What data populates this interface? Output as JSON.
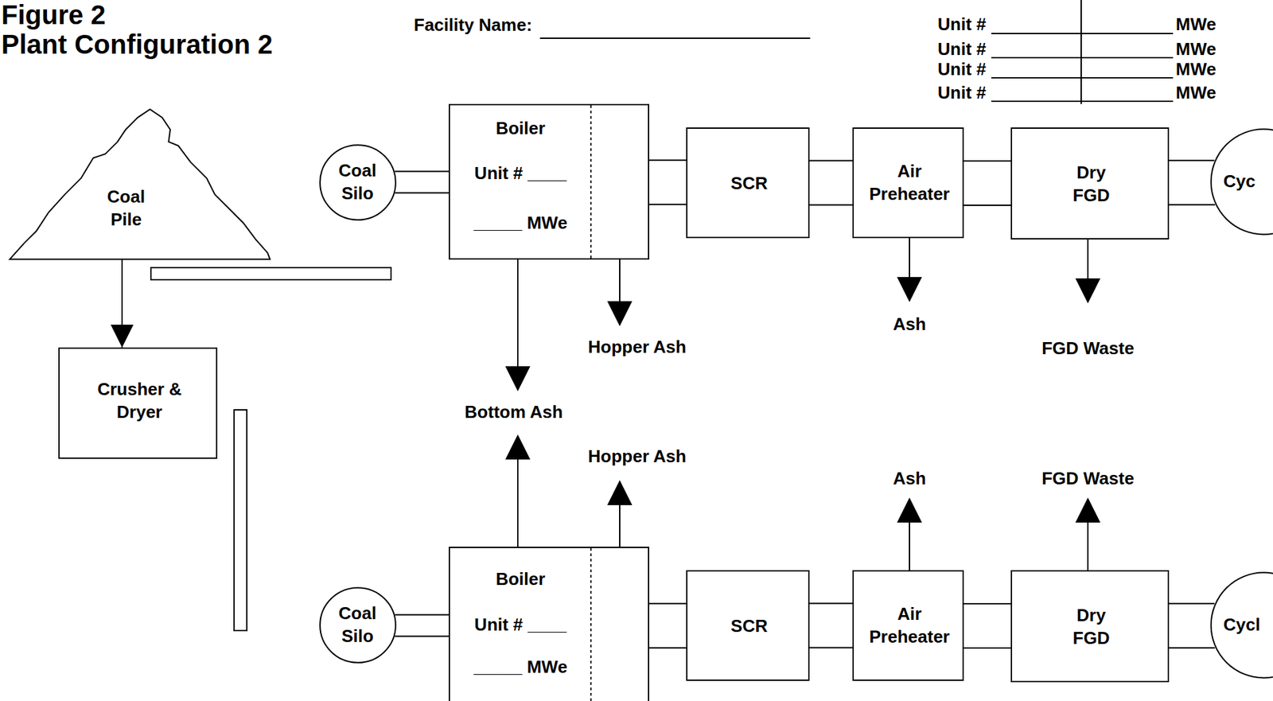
{
  "diagram": {
    "title": "Plant Configuration 2",
    "nodes": [
      {
        "text": [
          "Coal Pile"
        ]
      },
      {
        "text": [
          "Crusher & Dryer"
        ]
      },
      {
        "text": [
          "Coal Silo"
        ]
      },
      {
        "text": [
          "Boiler",
          "Unit # ____",
          "_____ MWe"
        ]
      },
      {
        "text": [
          "SCR"
        ]
      },
      {
        "text": [
          "Air Preheater"
        ]
      },
      {
        "text": [
          "Dry FGD"
        ]
      },
      {
        "text": [
          "Cyc"
        ]
      },
      {
        "text": [
          "Coal Silo"
        ]
      },
      {
        "text": [
          "Boiler",
          "Unit # ____",
          "_____ MWe"
        ]
      },
      {
        "text": [
          "SCR"
        ]
      },
      {
        "text": [
          "Air Preheater"
        ]
      },
      {
        "text": [
          "Dry FGD"
        ]
      },
      {
        "text": [
          "Cycl"
        ]
      }
    ],
    "edges": [
      {
        "from": 0,
        "to": 1,
        "arrow": "to"
      },
      {
        "from": 2,
        "to": 3,
        "arrow": "none"
      },
      {
        "from": 3,
        "to": 4,
        "arrow": "none"
      },
      {
        "from": 4,
        "to": 5,
        "arrow": "none"
      },
      {
        "from": 5,
        "to": 6,
        "arrow": "none"
      },
      {
        "from": 6,
        "to": 7,
        "arrow": "none"
      },
      {
        "from": 8,
        "to": 9,
        "arrow": "none"
      },
      {
        "from": 9,
        "to": 10,
        "arrow": "none"
      },
      {
        "from": 10,
        "to": 11,
        "arrow": "none"
      },
      {
        "from": 11,
        "to": 12,
        "arrow": "none"
      },
      {
        "from": 12,
        "to": 13,
        "arrow": "none"
      }
    ],
    "labels": [
      "Figure 2",
      "Facility Name:",
      "Unit #",
      "MWe",
      "Unit #",
      "MWe",
      "Unit #",
      "MWe",
      "Unit #",
      "MWe",
      "Hopper Ash",
      "Ash",
      "FGD Waste",
      "Bottom Ash",
      "Hopper Ash",
      "Ash",
      "FGD Waste"
    ]
  }
}
